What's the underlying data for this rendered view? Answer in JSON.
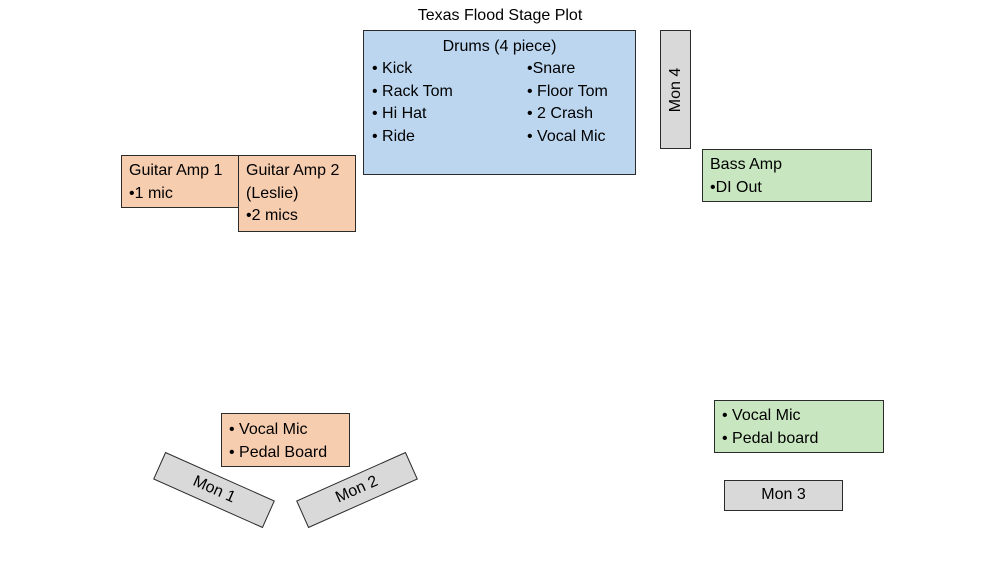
{
  "title": "Texas Flood Stage Plot",
  "drums": {
    "heading": "Drums (4 piece)",
    "left_items": [
      "• Kick",
      "• Rack Tom",
      "• Hi Hat",
      "• Ride"
    ],
    "right_items": [
      "•Snare",
      "• Floor Tom",
      "• 2 Crash",
      "• Vocal Mic"
    ]
  },
  "mon4": "Mon 4",
  "guitar_amp_1": {
    "name": "Guitar Amp 1",
    "mic": "•1 mic"
  },
  "guitar_amp_2": {
    "name": "Guitar Amp 2",
    "sub": "(Leslie)",
    "mic": "•2 mics"
  },
  "bass_amp": {
    "name": "Bass Amp",
    "out": "•DI Out"
  },
  "left_vocal": {
    "mic": "• Vocal Mic",
    "pedal": "• Pedal Board"
  },
  "right_vocal": {
    "mic": "• Vocal Mic",
    "pedal": "• Pedal board"
  },
  "mon1": "Mon 1",
  "mon2": "Mon 2",
  "mon3": "Mon 3",
  "colors": {
    "guitar": "#f7cdb0",
    "drums": "#bcd6f0",
    "bass": "#c8e6bf",
    "monitor": "#d9d9d9"
  }
}
